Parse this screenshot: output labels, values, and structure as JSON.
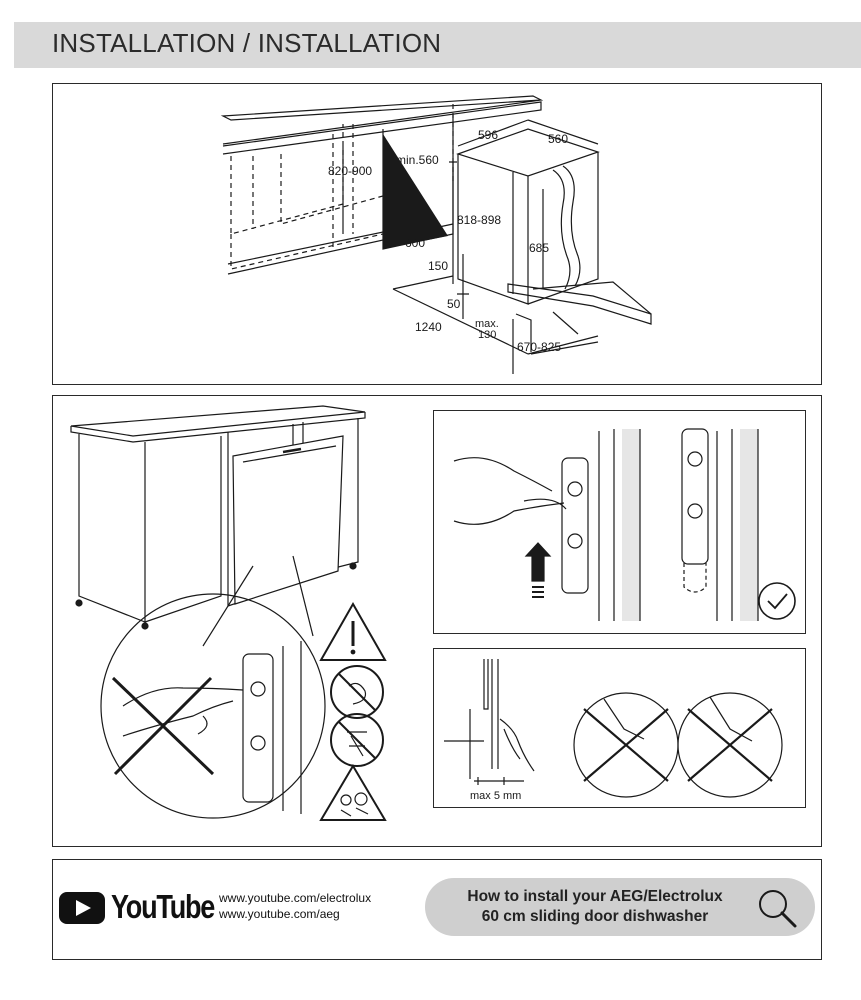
{
  "header": {
    "title": "INSTALLATION / INSTALLATION"
  },
  "dimensions": {
    "d_820_900": "820-900",
    "d_min_560": "min.560",
    "d_596": "596",
    "d_560": "560",
    "d_818_898": "818-898",
    "d_600": "600",
    "d_685": "685",
    "d_150": "150",
    "d_50": "50",
    "d_1240": "1240",
    "d_max": "max.",
    "d_130": "130",
    "d_670_825": "670-825"
  },
  "gap_panel": {
    "max_gap": "max 5 mm"
  },
  "video": {
    "logo_word": "YouTube",
    "link_1": "www.youtube.com/electrolux",
    "link_2": "www.youtube.com/aeg",
    "howto_line_1": "How to install your AEG/Electrolux",
    "howto_line_2": "60 cm sliding door dishwasher"
  },
  "colors": {
    "header_band": "#d9d9d9",
    "pill": "#cfcfcf",
    "line": "#1a1a1a"
  }
}
